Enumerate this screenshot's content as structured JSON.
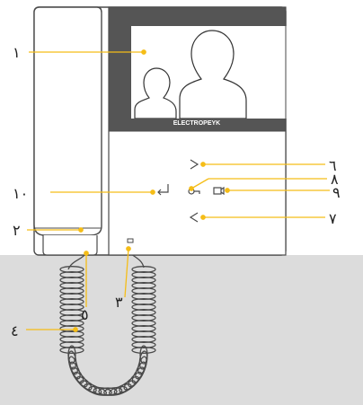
{
  "brand": "ELECTROPEYK",
  "colors": {
    "callout": "#f5bd17",
    "outline": "#4a4a4a",
    "screen_frame": "#555555",
    "floor": "#dcdcdc"
  },
  "icons": {
    "up_arrow": "chevron-right-icon",
    "down_arrow": "chevron-left-icon",
    "talk": "return-arrow-icon",
    "door_key": "key-icon",
    "camera_select": "camera-icon",
    "led": "led-icon"
  },
  "callouts": {
    "c1": "١",
    "c2": "٢",
    "c3": "٣",
    "c4": "٤",
    "c5": "٥",
    "c6": "٦",
    "c7": "٧",
    "c8": "٨",
    "c9": "٩",
    "c10": "١٠"
  }
}
